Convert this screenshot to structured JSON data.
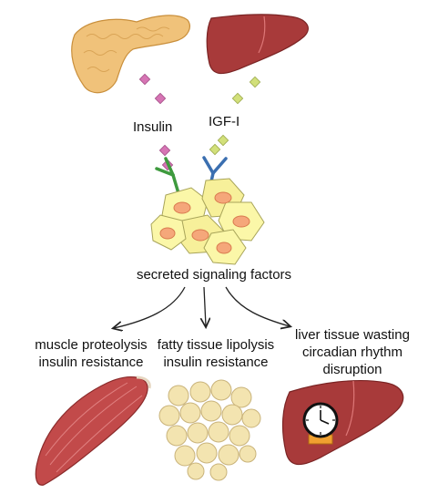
{
  "labels": {
    "insulin": "Insulin",
    "igf": "IGF-I",
    "secreted": "secreted signaling factors",
    "muscle": [
      "muscle proteolysis",
      "insulin resistance"
    ],
    "fat": [
      "fatty tissue lipolysis",
      "insulin resistance"
    ],
    "liver": [
      "liver tissue wasting",
      "circadian rhythm",
      "disruption"
    ]
  },
  "colors": {
    "pancreas": "#f0c27a",
    "liver": "#a83a3a",
    "insulin_ligand": "#d674b4",
    "igf_ligand": "#d2e07a",
    "tumor_cell": "#fbf7a8",
    "nucleus": "#f5a77a",
    "receptor_green": "#3e9a3e",
    "receptor_blue": "#3b6fb0",
    "muscle": "#c24a4a",
    "fat": "#f3e4b0",
    "clock": "#f0a030"
  },
  "icons": [
    "pancreas-icon",
    "liver-icon",
    "tumor-cluster-icon",
    "muscle-icon",
    "fat-tissue-icon",
    "clock-icon"
  ]
}
